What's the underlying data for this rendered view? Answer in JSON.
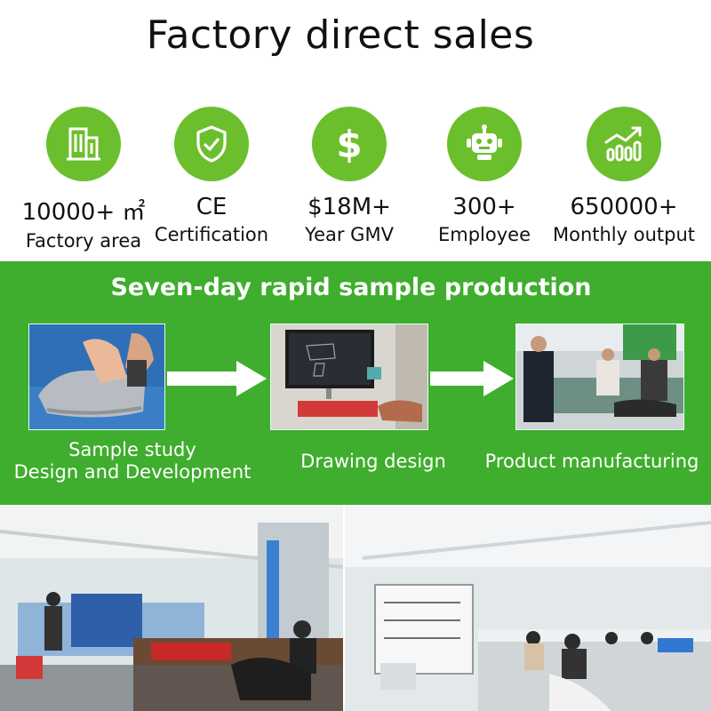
{
  "header": {
    "title": "Factory direct sales"
  },
  "features": [
    {
      "icon": "building-icon",
      "value": "10000+ ㎡",
      "label": "Factory area"
    },
    {
      "icon": "shield-check-icon",
      "value": "CE",
      "label": "Certification"
    },
    {
      "icon": "dollar-icon",
      "value": "$18M+",
      "label": "Year GMV"
    },
    {
      "icon": "robot-icon",
      "value": "300+",
      "label": "Employee"
    },
    {
      "icon": "growth-chart-icon",
      "value": "650000+",
      "label": "Monthly output"
    }
  ],
  "process": {
    "title": "Seven-day rapid sample production",
    "steps": [
      {
        "line1": "Sample study",
        "line2": "Design and Development"
      },
      {
        "line1": "Drawing design"
      },
      {
        "line1": "Product manufacturing"
      }
    ]
  },
  "colors": {
    "accent_green": "#6cbf2c",
    "band_green": "#3fad2d",
    "text": "#111111"
  }
}
